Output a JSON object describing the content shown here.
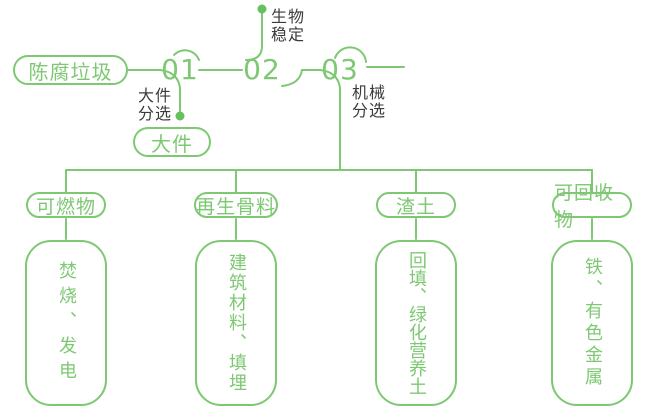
{
  "colors": {
    "green": "#7EC873",
    "dot_green": "#66C05F",
    "label_text": "#3B3B3B",
    "background": "#FFFFFF"
  },
  "diagram": {
    "source": {
      "label": "陈腐垃圾"
    },
    "stages": [
      {
        "number": "01",
        "process": "大件\n分选",
        "output": "大件"
      },
      {
        "number": "02",
        "process": "生物\n稳定"
      },
      {
        "number": "03",
        "process": "机械\n分选"
      }
    ],
    "branches": [
      {
        "category": "可燃物",
        "products": "焚烧、发电"
      },
      {
        "category": "再生骨料",
        "products": "建筑材料、填埋"
      },
      {
        "category": "渣土",
        "products": "回填、绿化营养土"
      },
      {
        "category": "可回收物",
        "products": "铁、有色金属"
      }
    ]
  }
}
